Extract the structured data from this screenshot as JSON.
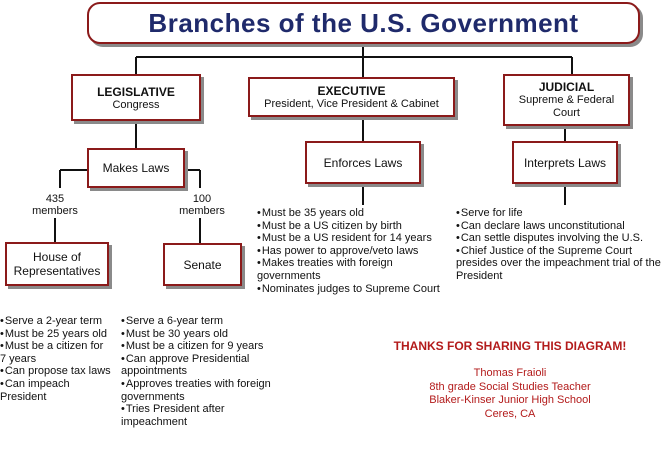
{
  "title": "Branches of the U.S. Government",
  "legislative": {
    "heading": "LEGISLATIVE",
    "sub": "Congress",
    "role": "Makes Laws",
    "house": {
      "count": "435",
      "count_label": "members",
      "name_line1": "House of",
      "name_line2": "Representatives",
      "points": [
        "Serve a 2-year term",
        "Must be 25 years old",
        "Must be a citizen for 7 years",
        "Can propose tax laws",
        "Can impeach President"
      ]
    },
    "senate": {
      "count": "100",
      "count_label": "members",
      "name": "Senate",
      "points": [
        "Serve a 6-year term",
        "Must be 30 years old",
        "Must be a citizen for 9 years",
        "Can approve Presidential appointments",
        "Approves treaties with foreign governments",
        "Tries President after impeachment"
      ]
    }
  },
  "executive": {
    "heading": "EXECUTIVE",
    "sub": "President, Vice President & Cabinet",
    "role": "Enforces Laws",
    "points": [
      "Must be 35 years old",
      "Must be a US citizen by birth",
      "Must be a US resident for 14 years",
      "Has power to approve/veto laws",
      "Makes treaties with foreign governments",
      "Nominates judges to Supreme Court"
    ]
  },
  "judicial": {
    "heading": "JUDICIAL",
    "sub_line1": "Supreme & Federal",
    "sub_line2": "Court",
    "role": "Interprets Laws",
    "points": [
      "Serve for life",
      "Can declare laws unconstitutional",
      "Can settle disputes involving the U.S.",
      "Chief Justice of the Supreme Court presides over the impeachment trial of the President"
    ]
  },
  "footer": {
    "thanks": "THANKS FOR SHARING THIS DIAGRAM!",
    "author": "Thomas Fraioli",
    "role": "8th grade Social Studies Teacher",
    "school": "Blaker-Kinser Junior High School",
    "location": "Ceres, CA"
  },
  "colors": {
    "box_border": "#8b1a1a",
    "title_text": "#1f2a6b",
    "connector": "#111111",
    "credit_text": "#b31b1b",
    "shadow": "#8a8a8a"
  }
}
